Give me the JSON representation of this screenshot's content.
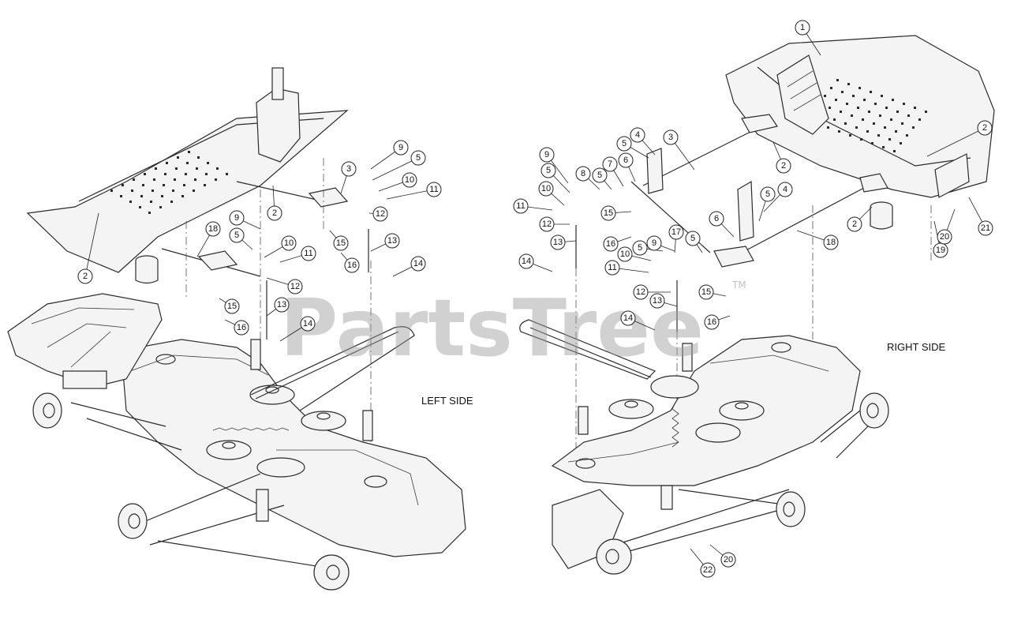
{
  "labels": {
    "left_side": "LEFT SIDE",
    "right_side": "RIGHT SIDE"
  },
  "watermark": {
    "text": "PartsTree",
    "trademark": "TM"
  },
  "left_callouts": [
    "2",
    "2",
    "3",
    "5",
    "5",
    "9",
    "9",
    "10",
    "10",
    "11",
    "11",
    "12",
    "12",
    "13",
    "13",
    "14",
    "14",
    "15",
    "15",
    "16",
    "16",
    "18"
  ],
  "right_callouts": [
    "1",
    "2",
    "2",
    "2",
    "3",
    "4",
    "4",
    "5",
    "5",
    "5",
    "5",
    "5",
    "5",
    "6",
    "6",
    "7",
    "8",
    "9",
    "9",
    "10",
    "10",
    "11",
    "11",
    "12",
    "12",
    "13",
    "13",
    "14",
    "14",
    "15",
    "15",
    "16",
    "16",
    "17",
    "18",
    "19",
    "20",
    "20",
    "21",
    "22"
  ]
}
